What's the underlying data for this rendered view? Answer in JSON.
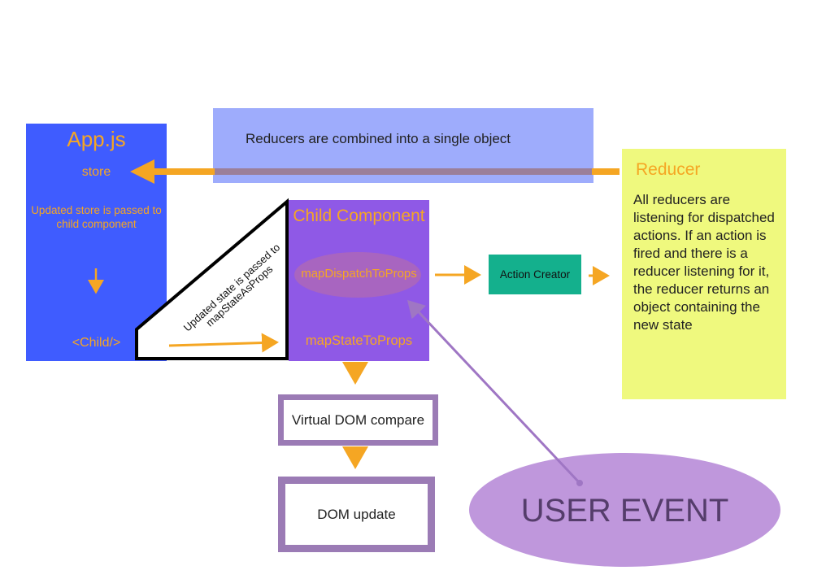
{
  "app": {
    "title": "App.js",
    "store_label": "store",
    "passed_text": "Updated store is passed to child component",
    "child_tag": "<Child/>"
  },
  "banner": {
    "text": "Reducers are combined into a single object"
  },
  "reducer": {
    "title": "Reducer",
    "body": "All reducers are listening for dispatched actions. If an action is fired and there is a reducer listening for it, the reducer returns an object containing the new state"
  },
  "child_component": {
    "title": "Child Component",
    "map_dispatch": "mapDispatchToProps",
    "map_state": "mapStateToProps"
  },
  "triangle": {
    "text": "Updated state is passed to mapStateAsProps"
  },
  "action_creator": {
    "label": "Action Creator"
  },
  "virtual_dom": {
    "label": "Virtual DOM compare"
  },
  "dom_update": {
    "label": "DOM update"
  },
  "user_event": {
    "label": "USER EVENT"
  },
  "colors": {
    "app_blue": "#3f5cff",
    "banner_blue": "#9eacfc",
    "reducer_yellow": "#eff97e",
    "child_purple": "#8f59e6",
    "accent_orange": "#f5a623",
    "action_teal": "#14b08d",
    "dom_border_purple": "#9b7bb5",
    "user_event_purple": "#bf97dc"
  }
}
